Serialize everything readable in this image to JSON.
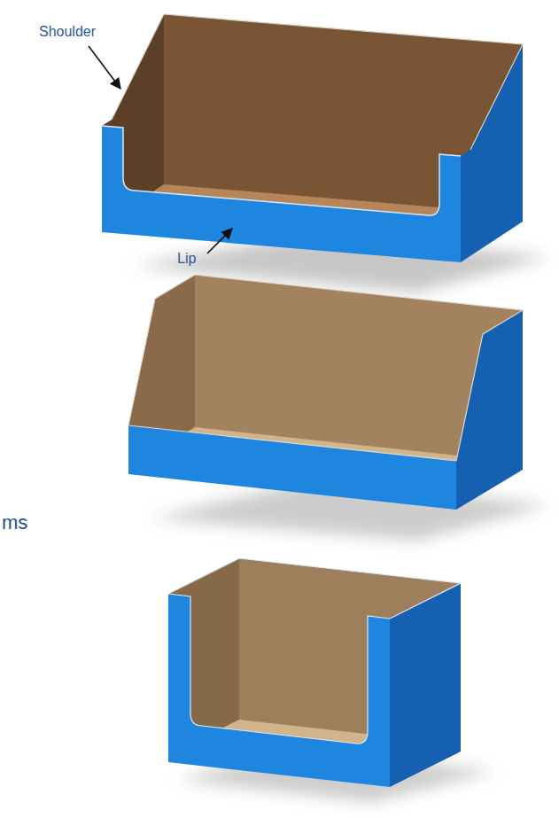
{
  "diagram": {
    "labels": [
      "Shoulder",
      "Lip",
      "ms"
    ]
  }
}
